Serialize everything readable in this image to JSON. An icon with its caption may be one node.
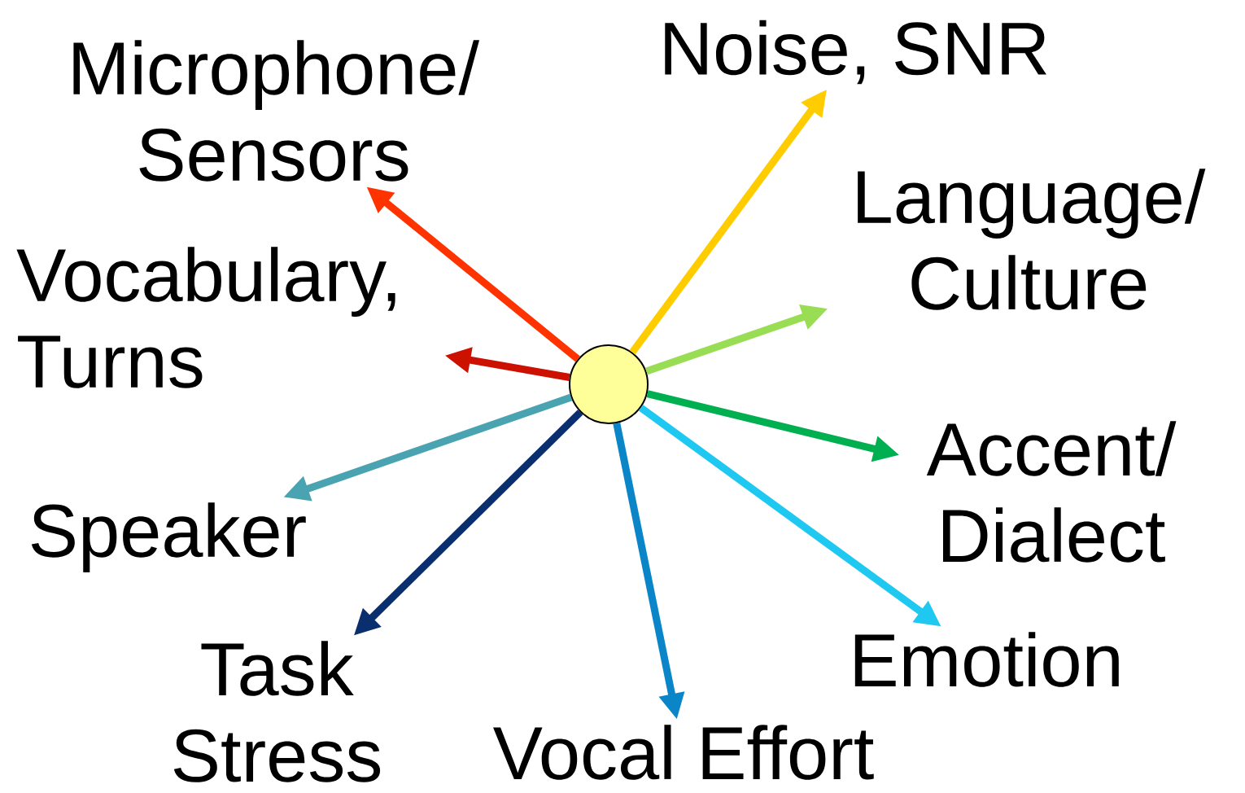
{
  "diagram": {
    "nodes": [
      {
        "text": [],
        "shape": "circle"
      },
      {
        "text": [
          "Microphone/ Sensors"
        ]
      },
      {
        "text": [
          "Noise, SNR"
        ]
      },
      {
        "text": [
          "Language/ Culture"
        ]
      },
      {
        "text": [
          "Vocabulary, Turns"
        ]
      },
      {
        "text": [
          "Accent/ Dialect"
        ]
      },
      {
        "text": [
          "Speaker"
        ]
      },
      {
        "text": [
          "Emotion"
        ]
      },
      {
        "text": [
          "Task Stress"
        ]
      },
      {
        "text": [
          "Vocal Effort"
        ]
      }
    ],
    "edges": [
      {
        "from": 0,
        "to": 1,
        "arrow": "to",
        "color": "#ff3300"
      },
      {
        "from": 0,
        "to": 2,
        "arrow": "to",
        "color": "#ffcc00"
      },
      {
        "from": 0,
        "to": 3,
        "arrow": "to",
        "color": "#99dd55"
      },
      {
        "from": 0,
        "to": 4,
        "arrow": "to",
        "color": "#cc1100"
      },
      {
        "from": 0,
        "to": 5,
        "arrow": "to",
        "color": "#00b050"
      },
      {
        "from": 0,
        "to": 6,
        "arrow": "to",
        "color": "#4aa3b0"
      },
      {
        "from": 0,
        "to": 7,
        "arrow": "to",
        "color": "#1ec8f0"
      },
      {
        "from": 0,
        "to": 8,
        "arrow": "to",
        "color": "#0a2f6e"
      },
      {
        "from": 0,
        "to": 9,
        "arrow": "to",
        "color": "#0a85c8"
      }
    ]
  }
}
